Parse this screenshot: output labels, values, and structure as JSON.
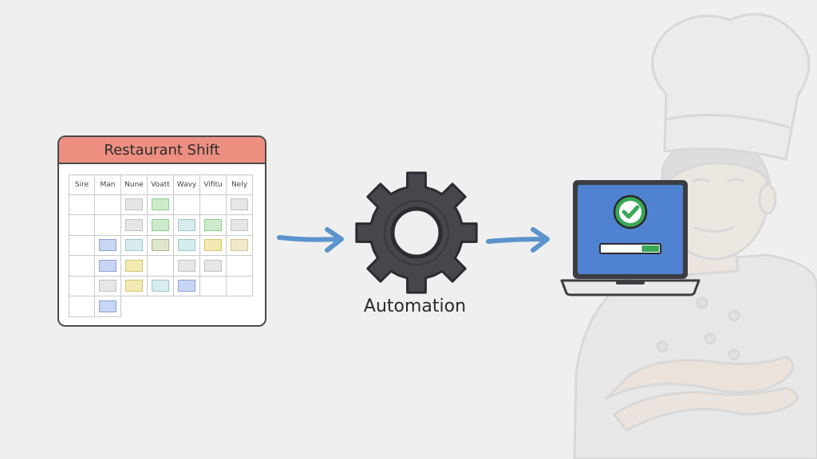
{
  "schedule": {
    "title": "Restaurant Shift",
    "days": [
      "Sire",
      "Man",
      "Nune",
      "Voatt",
      "Wavy",
      "Vifitu",
      "Nely"
    ],
    "rows": [
      [
        "",
        "",
        "gray",
        "green",
        "",
        "",
        "gray"
      ],
      [
        "",
        "",
        "gray",
        "green",
        "teal",
        "green",
        "gray"
      ],
      [
        "",
        "blue",
        "teal",
        "olive",
        "teal",
        "yellow",
        "tan"
      ],
      [
        "",
        "blue",
        "yellow",
        "",
        "gray",
        "gray",
        ""
      ],
      [
        "",
        "gray",
        "yellow",
        "teal",
        "blue",
        "",
        ""
      ],
      [
        "",
        "blue",
        null,
        null,
        null,
        null,
        null
      ]
    ]
  },
  "process": {
    "label": "Automation"
  },
  "colors": {
    "header": "#ec8e80",
    "arrow": "#5b93cc",
    "gear": "#45474d",
    "screen": "#4f83d1",
    "check": "#3aa757",
    "chips": {
      "gray": [
        "#e6e6e6",
        "#c2c2c2"
      ],
      "green": [
        "#cdeacb",
        "#8fcd8d"
      ],
      "teal": [
        "#d6ecee",
        "#9cc7cc"
      ],
      "blue": [
        "#c9d6f3",
        "#8ca3da"
      ],
      "yellow": [
        "#f3eab3",
        "#d5c56e"
      ],
      "olive": [
        "#dfe6cb",
        "#a9b58a"
      ],
      "tan": [
        "#f2e8cc",
        "#d4c38f"
      ]
    }
  },
  "icons": {
    "arrow_left": "right-arrow-icon",
    "arrow_right": "right-arrow-icon",
    "gear": "gear-icon",
    "laptop": "laptop-icon",
    "check": "check-circle-icon",
    "progress": "progress-bar-icon",
    "background": "chef-illustration"
  },
  "progress": {
    "value": 0.7
  }
}
